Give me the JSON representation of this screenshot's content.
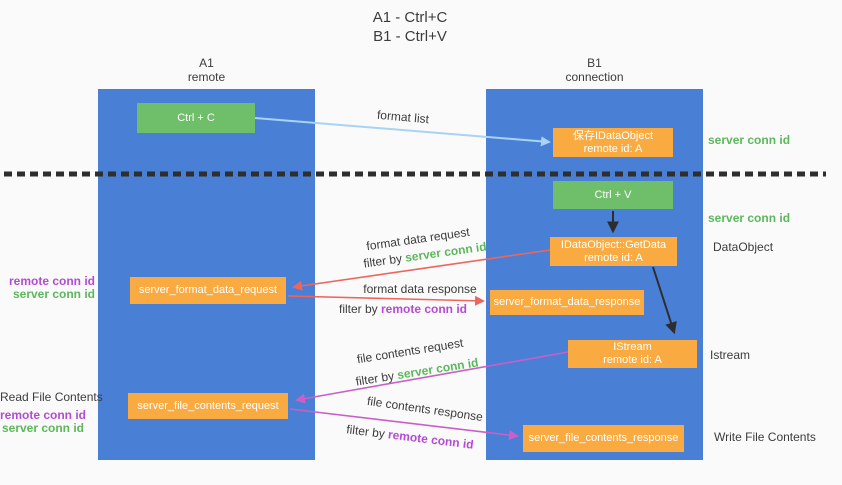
{
  "title": {
    "line1": "A1 - Ctrl+C",
    "line2": "B1 - Ctrl+V"
  },
  "columns": {
    "a": {
      "name": "A1",
      "role": "remote"
    },
    "b": {
      "name": "B1",
      "role": "connection"
    }
  },
  "nodes": {
    "ctrl_c": {
      "label": "Ctrl + C"
    },
    "ctrl_v": {
      "label": "Ctrl + V"
    },
    "save_idataobject": {
      "line1": "保存IDataObject",
      "line2": "remote id: A"
    },
    "idataobject_getdata": {
      "line1": "IDataObject::GetData",
      "line2": "remote id: A"
    },
    "istream": {
      "line1": "IStream",
      "line2": "remote id: A"
    },
    "server_format_data_request": {
      "label": "server_format_data_request"
    },
    "server_format_data_response": {
      "label": "server_format_data_response"
    },
    "server_file_contents_request": {
      "label": "server_file_contents_request"
    },
    "server_file_contents_response": {
      "label": "server_file_contents_response"
    }
  },
  "arrows": {
    "format_list": {
      "label": "format list",
      "color": "#a9d3f2"
    },
    "format_data_request": {
      "label": "format data request",
      "filter_prefix": "filter by ",
      "filter_value": "server conn id",
      "color": "#ed665d"
    },
    "format_data_response": {
      "label": "format data response",
      "filter_prefix": "filter by ",
      "filter_value": "remote conn id",
      "color": "#ed665d"
    },
    "file_contents_request": {
      "label": "file contents request",
      "filter_prefix": "filter by ",
      "filter_value": "server conn id",
      "color": "#c95fc9"
    },
    "file_contents_response": {
      "label": "file contents response",
      "filter_prefix": "filter by ",
      "filter_value": "remote conn id",
      "color": "#c95fc9"
    }
  },
  "side_labels": {
    "server_conn_id_top": "server conn id",
    "server_conn_id_mid": "server conn id",
    "dataobject": "DataObject",
    "istream": "Istream",
    "write_file_contents": "Write File Contents",
    "read_file_contents": "Read File Contents",
    "left_group_top": {
      "remote": "remote conn id",
      "server": "server conn id"
    },
    "left_group_bottom": {
      "remote": "remote conn id",
      "server": "server conn id"
    }
  },
  "colors": {
    "column_blue": "#4a7fd6",
    "box_green": "#6fbf6a",
    "box_orange": "#f9ab41",
    "arrow_red": "#ed665d",
    "arrow_magenta": "#c95fc9",
    "arrow_light_blue": "#a9d3f2",
    "arrow_black": "#2d2d2d",
    "text_green": "#5cb85c",
    "text_purple": "#b44bd2",
    "background": "#fafafa"
  }
}
